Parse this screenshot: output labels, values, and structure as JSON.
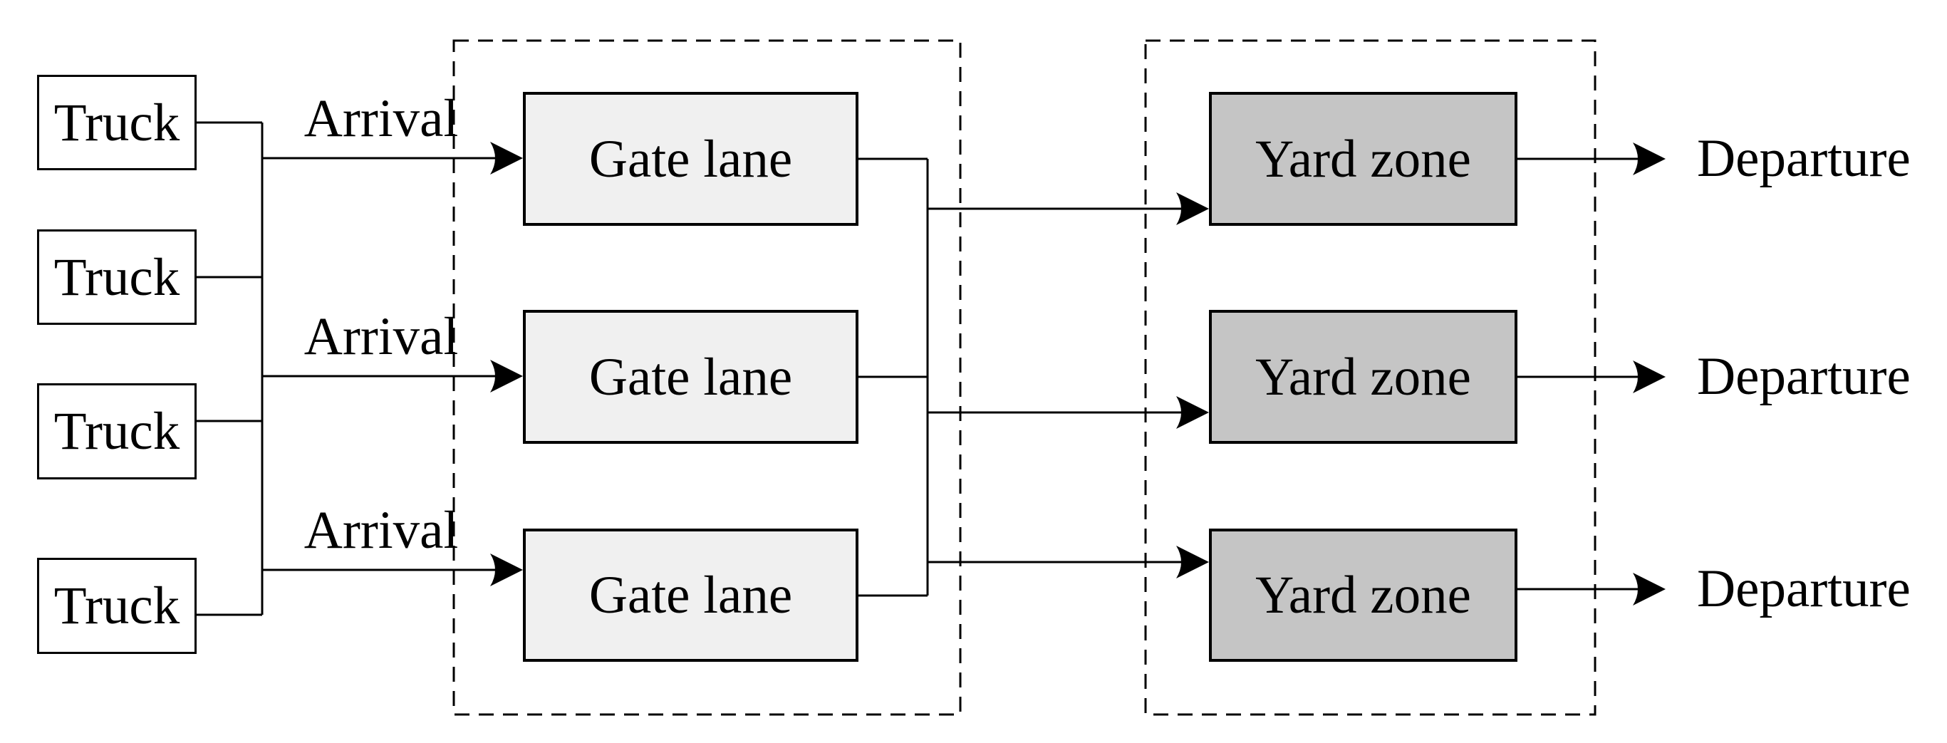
{
  "diagram": {
    "trucks": [
      {
        "label": "Truck"
      },
      {
        "label": "Truck"
      },
      {
        "label": "Truck"
      },
      {
        "label": "Truck"
      }
    ],
    "arrivals": [
      {
        "label": "Arrival"
      },
      {
        "label": "Arrival"
      },
      {
        "label": "Arrival"
      }
    ],
    "gate_lanes": [
      {
        "label": "Gate lane"
      },
      {
        "label": "Gate lane"
      },
      {
        "label": "Gate lane"
      }
    ],
    "yard_zones": [
      {
        "label": "Yard zone"
      },
      {
        "label": "Yard zone"
      },
      {
        "label": "Yard zone"
      }
    ],
    "departures": [
      {
        "label": "Departure"
      },
      {
        "label": "Departure"
      },
      {
        "label": "Departure"
      }
    ],
    "colors": {
      "background": "#ffffff",
      "line": "#000000",
      "text": "#000000",
      "truck_fill": "#ffffff",
      "gate_fill": "#f0f0f0",
      "yard_fill": "#c5c5c5"
    }
  }
}
